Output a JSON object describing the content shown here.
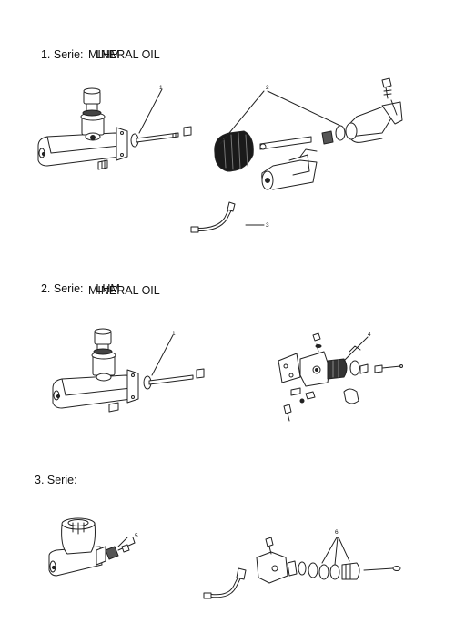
{
  "sections": [
    {
      "title": "1. Serie:",
      "fluid": "LHM",
      "oil": "MINERAL OIL"
    },
    {
      "title": "2. Serie:",
      "fluid": "LHM",
      "oil": "MINERAL OIL"
    },
    {
      "title": "3. Serie:"
    }
  ],
  "callouts": [
    "1",
    "2",
    "3",
    "1",
    "4",
    "5",
    "6"
  ]
}
